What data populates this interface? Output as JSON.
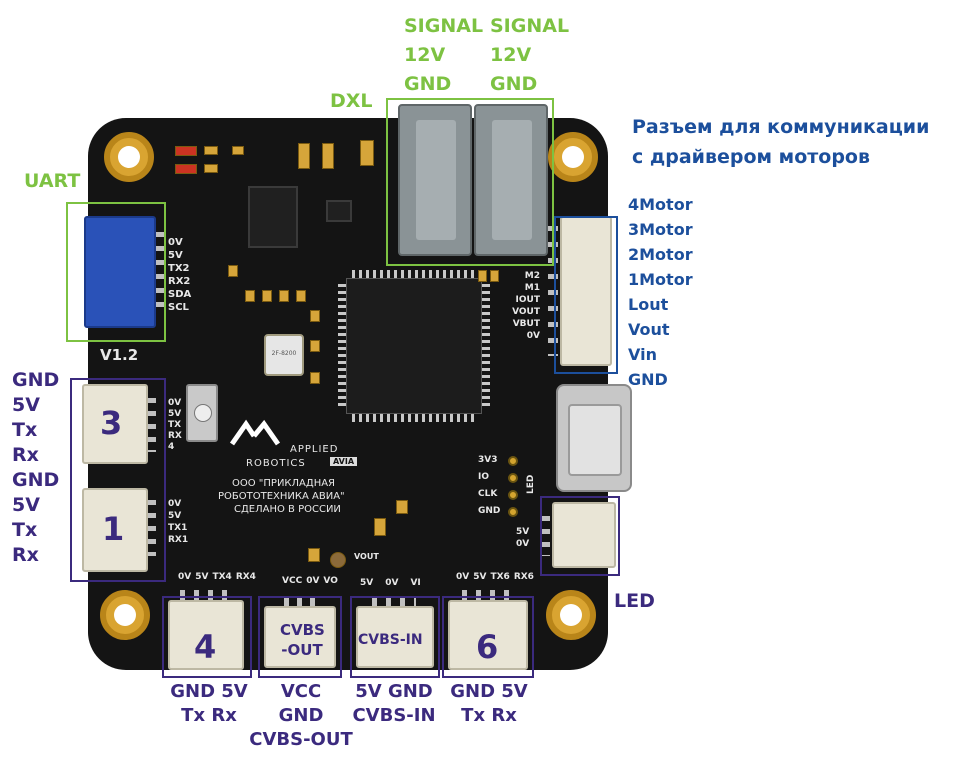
{
  "colors": {
    "green_label": "#7dc242",
    "navy_label": "#3b2a7e",
    "blue_label": "#1c4f9c",
    "board": "#141414",
    "gold": "#d9a431"
  },
  "labels": {
    "signal_left": [
      "SIGNAL",
      "12V",
      "GND"
    ],
    "signal_right": [
      "SIGNAL",
      "12V",
      "GND"
    ],
    "dxl": "DXL",
    "uart": "UART",
    "motor_driver_heading_line1": "Разъем для коммуникации",
    "motor_driver_heading_line2": "с драйвером моторов",
    "motor_pins": [
      "4Motor",
      "3Motor",
      "2Motor",
      "1Motor",
      "Lout",
      "Vout",
      "Vin",
      "GND"
    ],
    "left_pins": [
      "GND",
      "5V",
      "Tx",
      "Rx",
      "GND",
      "5V",
      "Tx",
      "Rx"
    ],
    "led": "LED",
    "port4_bottom": [
      "GND 5V",
      "Tx Rx"
    ],
    "cvbs_out_bottom": [
      "VCC",
      "GND",
      "CVBS-OUT"
    ],
    "cvbs_in_bottom": [
      "5V GND",
      "CVBS-IN"
    ],
    "port6_bottom": [
      "GND 5V",
      "Tx Rx"
    ],
    "port_numbers": {
      "p3": "3",
      "p1": "1",
      "p4": "4",
      "p6": "6"
    },
    "cvbs_out_inner": [
      "CVBS",
      "-OUT"
    ],
    "cvbs_in_inner": "CVBS-IN"
  },
  "silkscreen": {
    "version": "V1.2",
    "uart_pins": [
      "0V",
      "5V",
      "TX2",
      "RX2",
      "SDA",
      "SCL"
    ],
    "port3_pins": [
      "0V",
      "5V",
      "TX",
      "RX"
    ],
    "port3_extra": "4",
    "port1_pins": [
      "0V",
      "5V",
      "TX1",
      "RX1"
    ],
    "port4_pins": [
      "0V",
      "5V",
      "TX4",
      "RX4"
    ],
    "cvbs_out_pins": [
      "VCC",
      "0V",
      "VO"
    ],
    "cvbs_in_pins": [
      "5V",
      "0V",
      "VI"
    ],
    "port6_pins": [
      "0V",
      "5V",
      "TX6",
      "RX6"
    ],
    "motor_pins": [
      "M2",
      "M1",
      "IOUT",
      "VOUT",
      "VBUT",
      "0V"
    ],
    "debug_pins": [
      "3V3",
      "IO",
      "CLK",
      "GND"
    ],
    "led_side": "LED",
    "led_pins": [
      "5V",
      "0V"
    ],
    "vout_mark": "VOUT",
    "brand_line1": "APPLIED",
    "brand_line2": "ROBOTICS",
    "brand_tag": "AVIA",
    "company_line1": "ООО \"ПРИКЛАДНАЯ",
    "company_line2": "РОБОТОТЕХНИКА АВИА\"",
    "company_line3": "СДЕЛАНО В РОССИИ",
    "crystal": "2F-8200"
  }
}
